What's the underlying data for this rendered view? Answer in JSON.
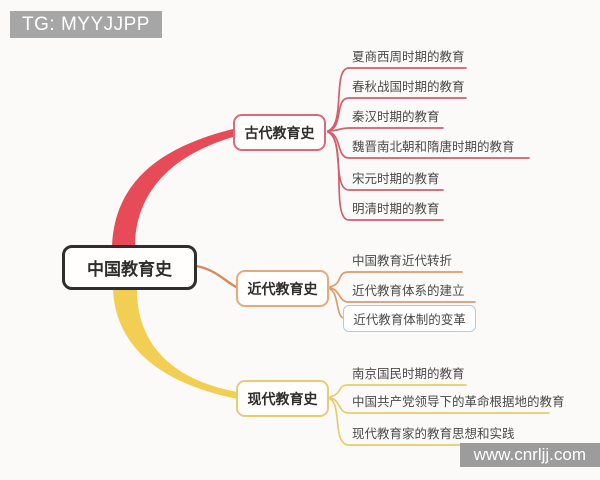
{
  "watermarks": {
    "top_left": "TG: MYYJJPP",
    "bottom_right": "www.cnrljj.com"
  },
  "root": {
    "label": "中国教育史"
  },
  "branches": [
    {
      "label": "古代教育史",
      "curve_color": "#e84b58",
      "border_color": "#d96b77",
      "line_color": "#d15f6d",
      "children": [
        {
          "label": "夏商西周时期的教育"
        },
        {
          "label": "春秋战国时期的教育"
        },
        {
          "label": "秦汉时期的教育"
        },
        {
          "label": "魏晋南北朝和隋唐时期的教育"
        },
        {
          "label": "宋元时期的教育"
        },
        {
          "label": "明清时期的教育"
        }
      ]
    },
    {
      "label": "近代教育史",
      "curve_color": "#d8885a",
      "border_color": "#e7a97c",
      "line_color": "#dd9b6b",
      "children": [
        {
          "label": "中国教育近代转折"
        },
        {
          "label": "近代教育体系的建立"
        },
        {
          "label": "近代教育体制的变革",
          "highlighted": true,
          "highlight_border": "#a9cce8"
        }
      ]
    },
    {
      "label": "现代教育史",
      "curve_color": "#f2cf52",
      "border_color": "#e6cc74",
      "line_color": "#e5cd6e",
      "children": [
        {
          "label": "南京国民时期的教育"
        },
        {
          "label": "中国共产党领导下的革命根据地的教育"
        },
        {
          "label": "现代教育家的教育思想和实践"
        }
      ]
    }
  ]
}
